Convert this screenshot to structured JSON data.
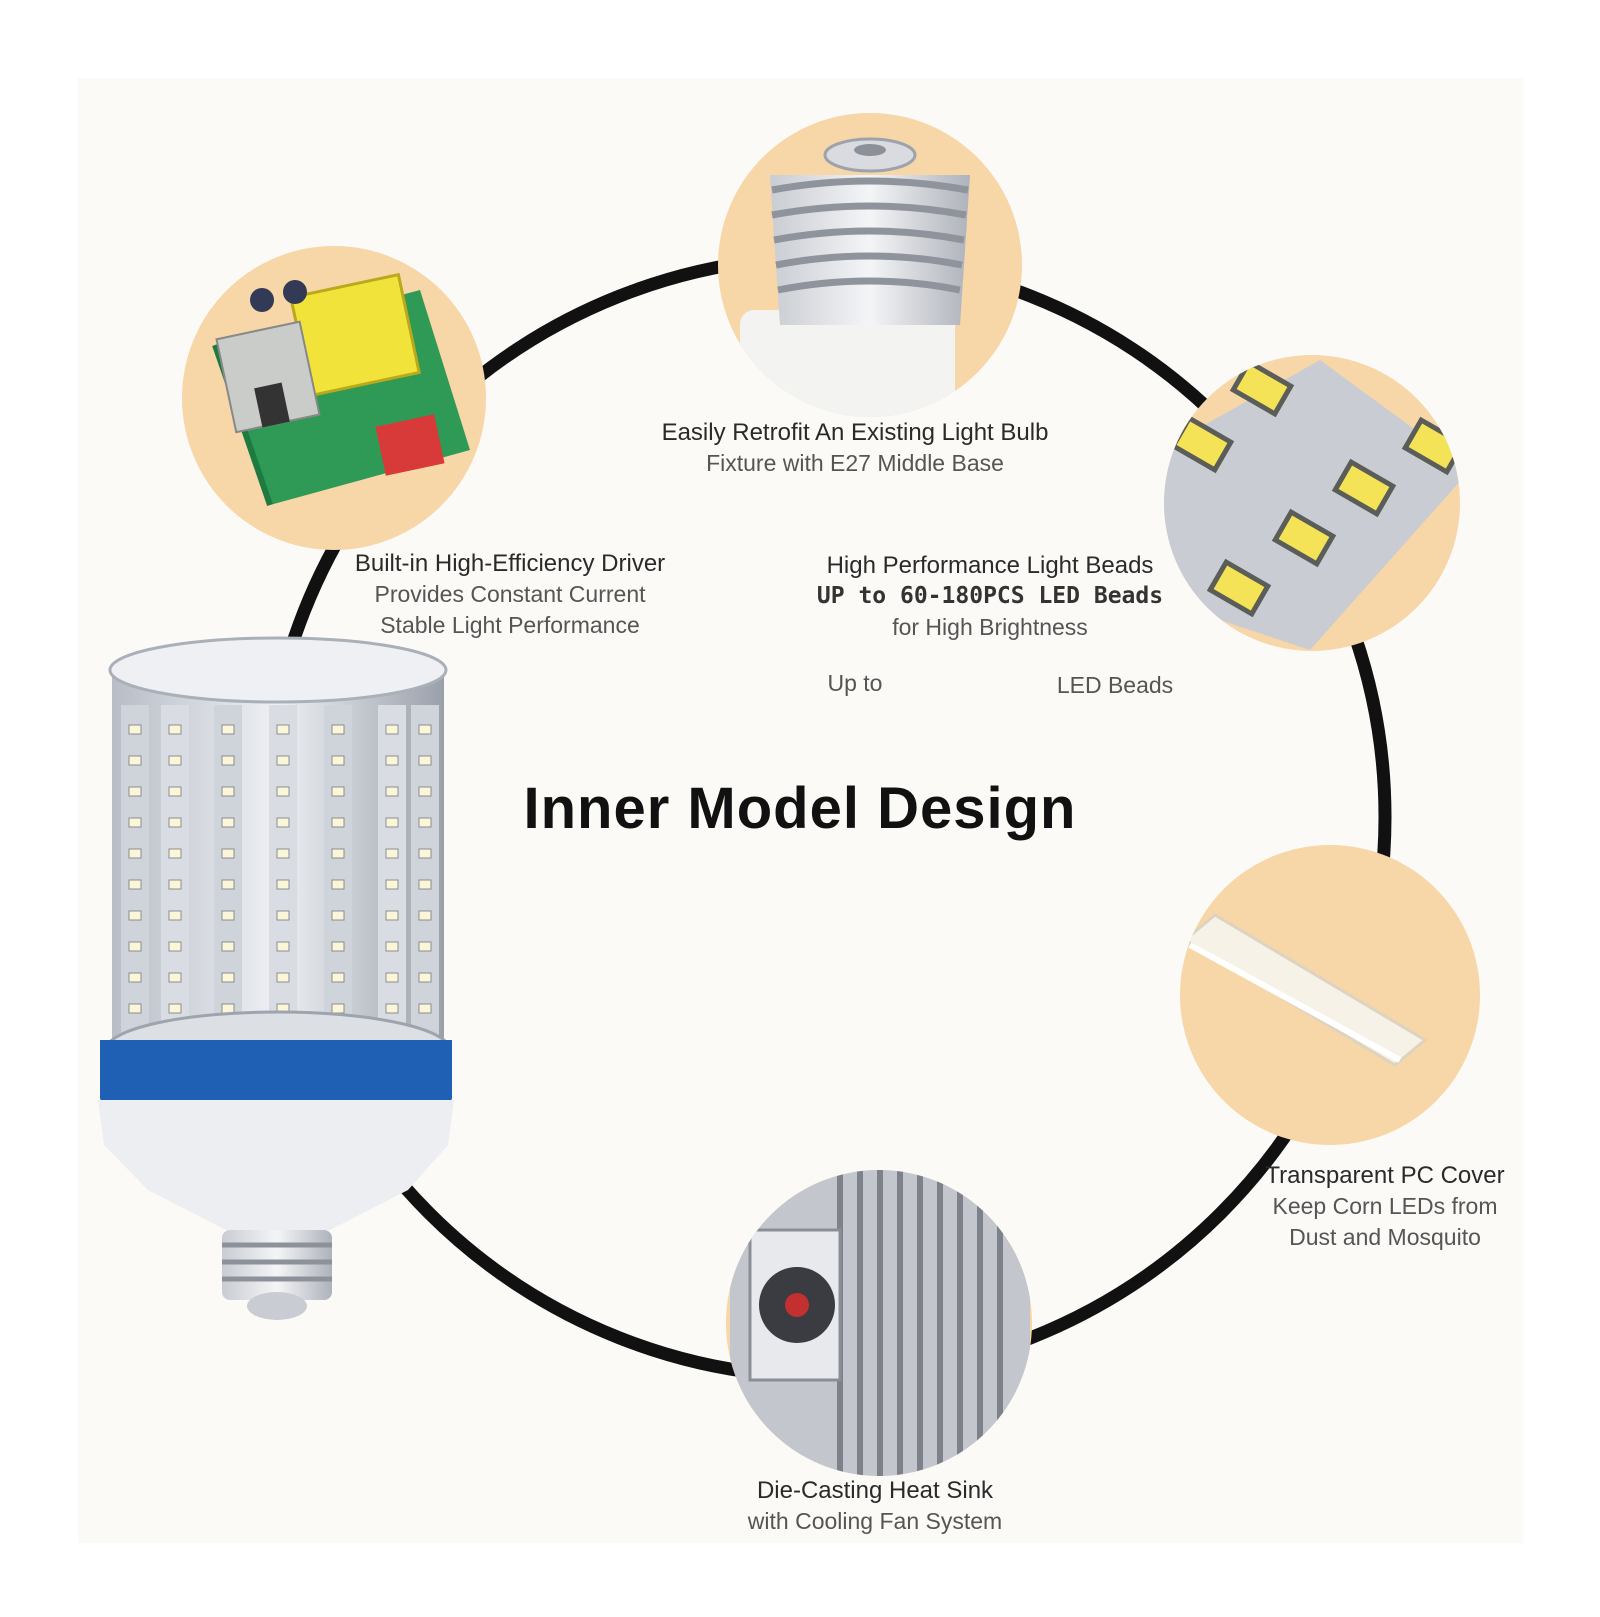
{
  "title": "Inner Model Design",
  "features": {
    "base": {
      "title": "Easily Retrofit An Existing Light Bulb",
      "subtitle": "Fixture with E27 Middle Base",
      "icon": "e27-base-icon"
    },
    "driver": {
      "title": "Built-in High-Efficiency Driver",
      "line2": "Provides Constant Current",
      "line3": "Stable Light Performance",
      "icon": "driver-board-icon"
    },
    "beads": {
      "title": "High Performance Light Beads",
      "line2": "UP to 60-180PCS LED Beads",
      "line3": "for High Brightness",
      "up_to": "Up to",
      "led_beads": "LED Beads",
      "icon": "led-bead-icon"
    },
    "cover": {
      "title": "Transparent PC Cover",
      "line2": "Keep Corn LEDs from",
      "line3": "Dust and Mosquito",
      "icon": "pc-cover-icon"
    },
    "heatsink": {
      "title": "Die-Casting Heat Sink",
      "line2": "with Cooling Fan System",
      "icon": "heat-sink-fan-icon"
    }
  },
  "product_icon": "corn-led-bulb-icon",
  "colors": {
    "accent_circle": "#f7d6a8",
    "ring": "#111111",
    "band": "#1f5fb4"
  }
}
